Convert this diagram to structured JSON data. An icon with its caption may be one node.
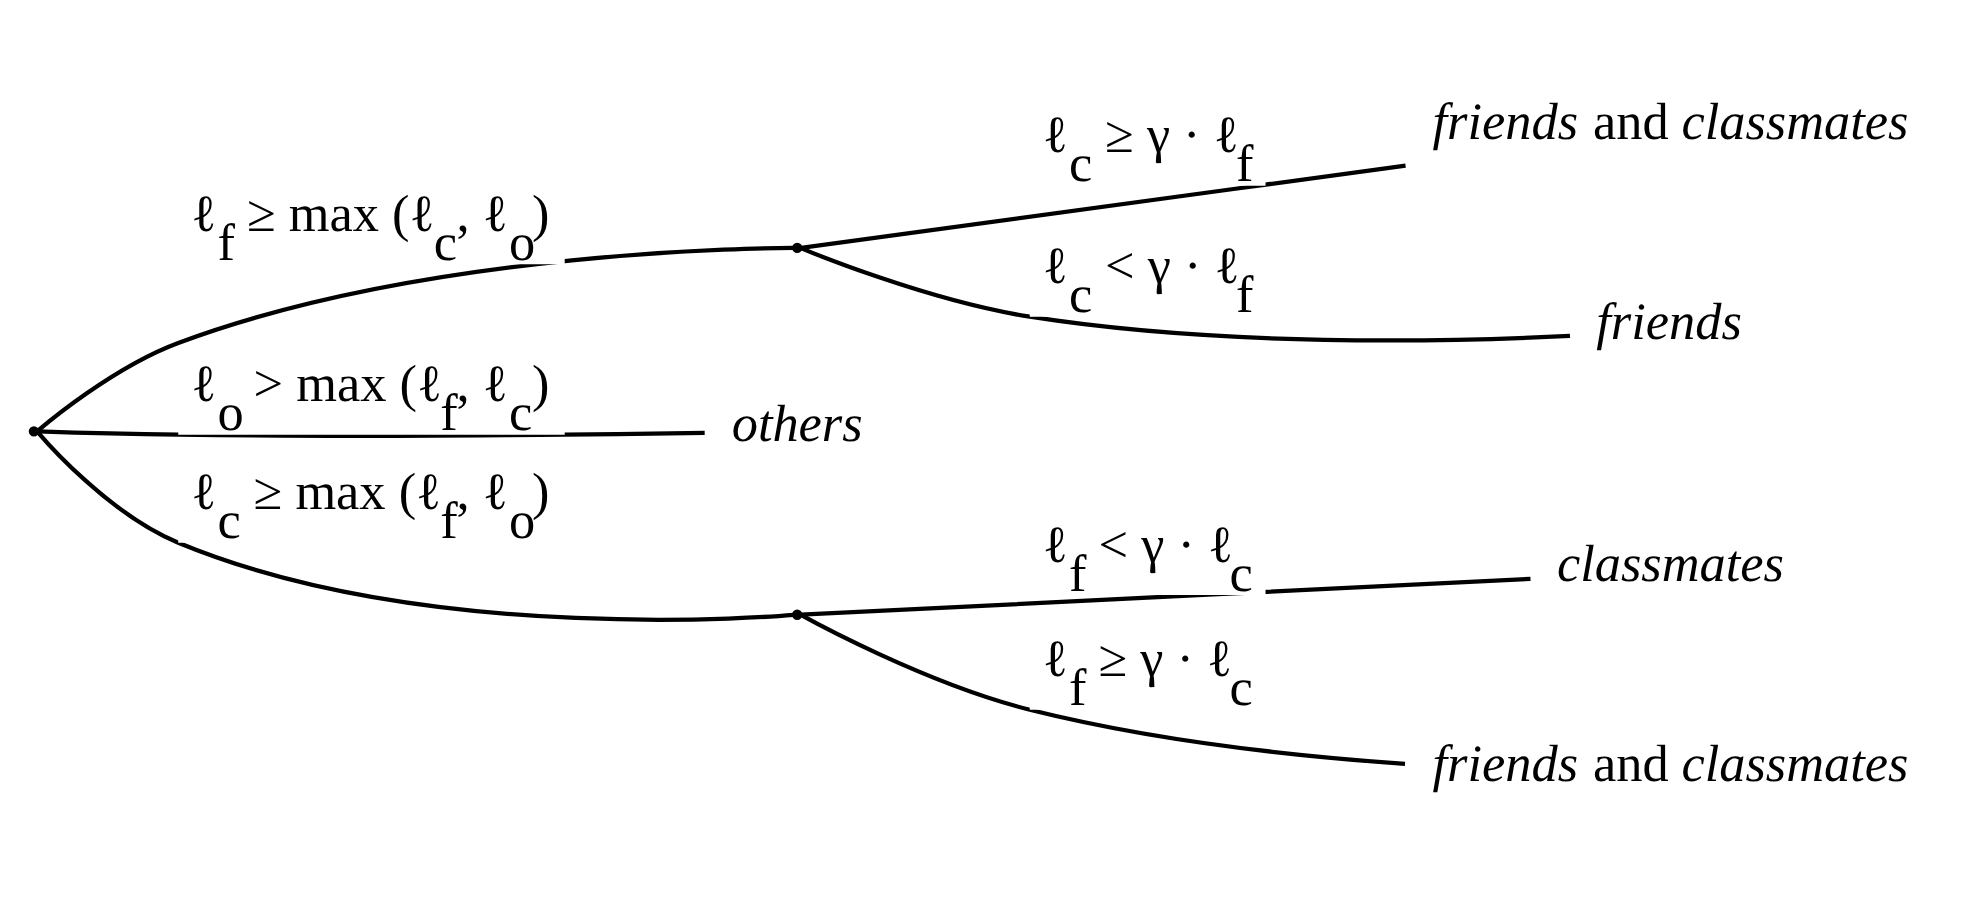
{
  "diagram": {
    "nodes": [
      {
        "text": [],
        "shape": "point"
      },
      {
        "text": [],
        "shape": "point"
      },
      {
        "text": [
          "*friends* and *classmates*"
        ]
      },
      {
        "text": [
          "*friends*"
        ]
      },
      {
        "text": [
          "*others*"
        ]
      },
      {
        "text": [],
        "shape": "point"
      },
      {
        "text": [
          "*classmates*"
        ]
      },
      {
        "text": [
          "*friends* and *classmates*"
        ]
      }
    ],
    "edges": [
      {
        "from": 0,
        "to": 1,
        "arrow": "none",
        "label": "ℓ$_{f}$ ≥ max (ℓ$_{c}$, ℓ$_{o}$)"
      },
      {
        "from": 1,
        "to": 2,
        "arrow": "none",
        "label": "ℓ$_{c}$ ≥ γ · ℓ$_{f}$"
      },
      {
        "from": 1,
        "to": 3,
        "arrow": "none",
        "label": "ℓ$_{c}$ < γ · ℓ$_{f}$"
      },
      {
        "from": 0,
        "to": 4,
        "arrow": "none",
        "label": "ℓ$_{o}$ > max (ℓ$_{f}$, ℓ$_{c}$)"
      },
      {
        "from": 0,
        "to": 5,
        "arrow": "none",
        "label": "ℓ$_{c}$ ≥ max (ℓ$_{f}$, ℓ$_{o}$)"
      },
      {
        "from": 5,
        "to": 6,
        "arrow": "none",
        "label": "ℓ$_{f}$ < γ · ℓ$_{c}$"
      },
      {
        "from": 5,
        "to": 7,
        "arrow": "none",
        "label": "ℓ$_{f}$ ≥ γ · ℓ$_{c}$"
      }
    ]
  }
}
